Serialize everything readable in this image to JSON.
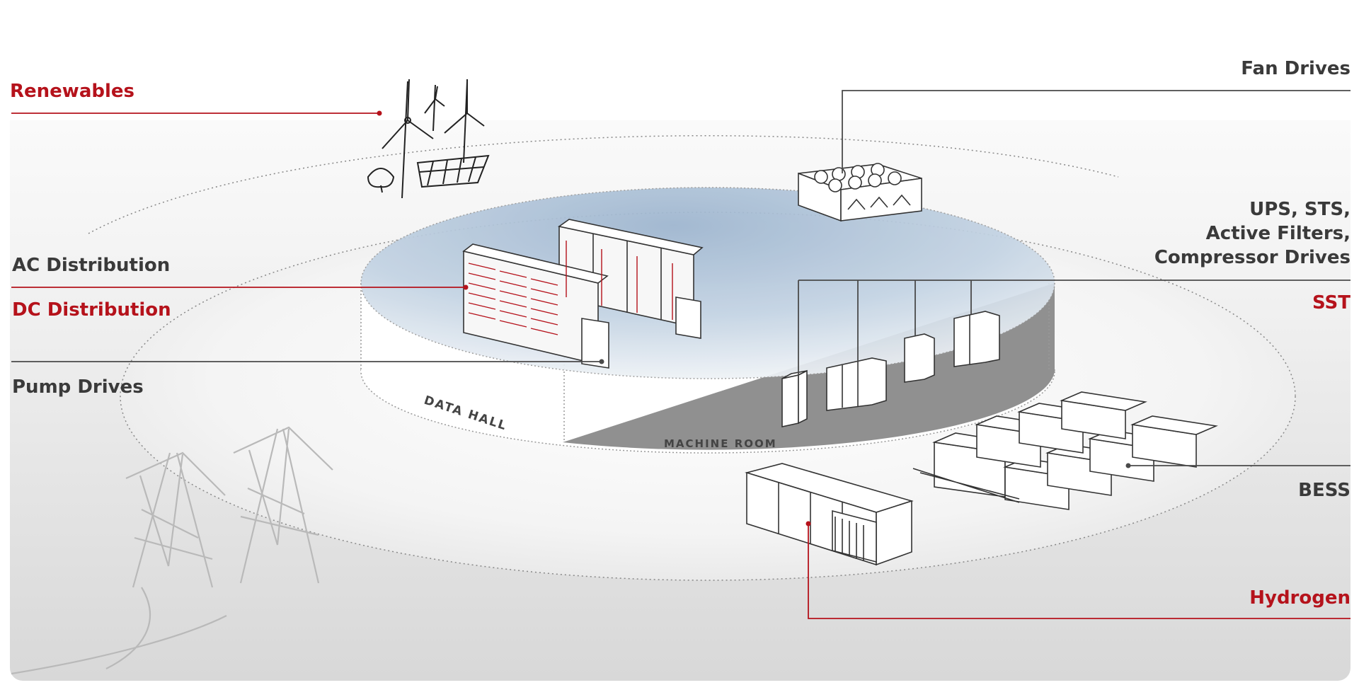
{
  "labels": {
    "renewables": "Renewables",
    "ac_distribution": "AC Distribution",
    "dc_distribution": "DC Distribution",
    "pump_drives": "Pump Drives",
    "fan_drives": "Fan Drives",
    "ups_line1": "UPS, STS,",
    "ups_line2": "Active Filters,",
    "ups_line3": "Compressor Drives",
    "sst": "SST",
    "bess": "BESS",
    "hydrogen": "Hydrogen"
  },
  "zones": {
    "data_hall": "DATA HALL",
    "machine_room": "MACHINE ROOM"
  },
  "colors": {
    "accent_red": "#b5121b",
    "text_dark": "#3a3a3a",
    "leader_dark": "#4a4a4a",
    "machine_room_fill": "#8a8a8a",
    "data_hall_glow": "#a9bfd6"
  }
}
